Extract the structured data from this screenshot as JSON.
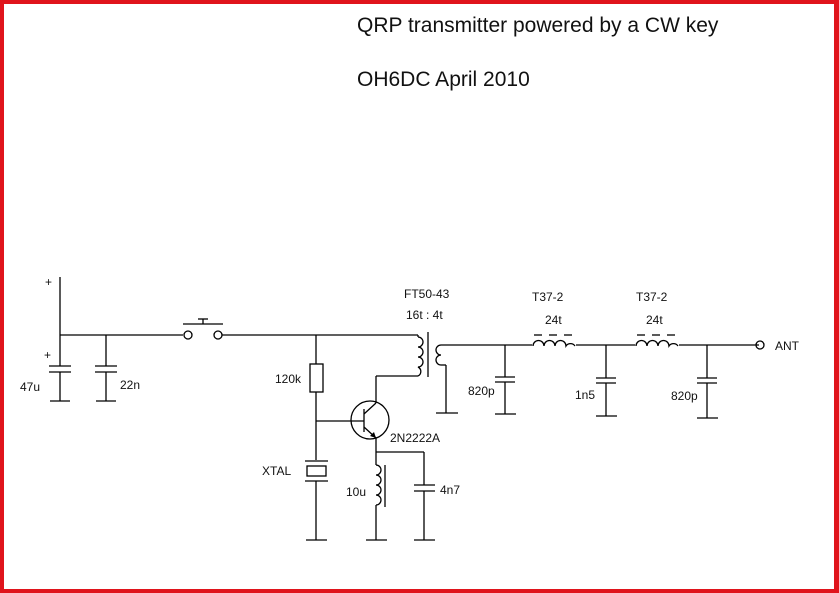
{
  "header": {
    "title": "QRP transmitter powered by a CW key",
    "subtitle": "OH6DC April 2010"
  },
  "colors": {
    "frame": "#e0141c",
    "ink": "#000000",
    "background": "#ffffff"
  },
  "schematic": {
    "supply_plus": "+",
    "cap_plus": "+",
    "components": {
      "c_electrolytic": "47u",
      "c_decoupling": "22n",
      "resistor_bias": "120k",
      "crystal": "XTAL",
      "transistor": "2N2222A",
      "rfc": "10u",
      "c_emitter": "4n7",
      "transformer_core": "FT50-43",
      "transformer_ratio": "16t : 4t",
      "c_filter_1": "820p",
      "l_filter_1_core": "T37-2",
      "l_filter_1_turns": "24t",
      "c_filter_2": "1n5",
      "l_filter_2_core": "T37-2",
      "l_filter_2_turns": "24t",
      "c_filter_3": "820p",
      "antenna": "ANT"
    }
  }
}
